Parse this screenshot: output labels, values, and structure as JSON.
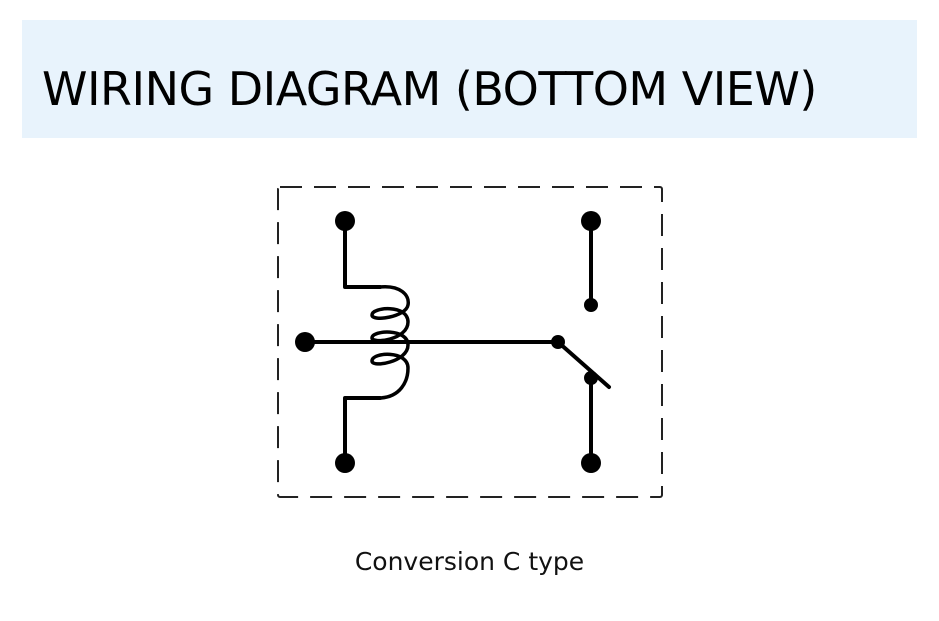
{
  "header": {
    "title": "WIRING DIAGRAM (BOTTOM VIEW)",
    "background_color": "#e8f3fc"
  },
  "diagram": {
    "caption": "Conversion C type",
    "components": [
      "dashed-outline",
      "coil",
      "common-terminal",
      "normally-open-terminal",
      "normally-closed-terminal",
      "switch-arm"
    ],
    "stroke_color": "#000000"
  }
}
